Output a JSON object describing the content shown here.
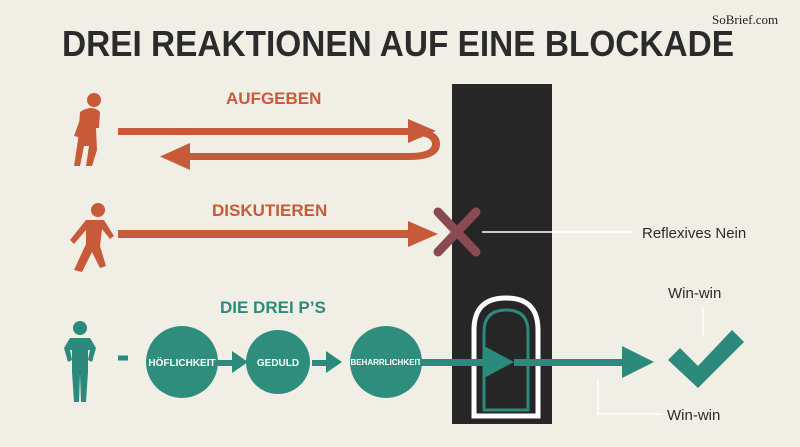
{
  "brand": "SoBrief.com",
  "title": "DREI REAKTIONEN AUF EINE BLOCKADE",
  "reactions": {
    "give_up": "AUFGEBEN",
    "discuss": "DISKUTIEREN",
    "three_ps": "DIE DREI P’S"
  },
  "steps": [
    "HÖFLICHKEIT",
    "GEDULD",
    "BEHARRLICHKEIT"
  ],
  "notes": {
    "reflexive_no": "Reflexives Nein",
    "win_top": "Win-win",
    "win_bottom": "Win-win"
  },
  "colors": {
    "background": "#f1efe5",
    "orange": "#c75a38",
    "teal": "#2b8a7b",
    "teal_circle": "#2f8d7d",
    "block": "#262626",
    "cross": "#8a4a52"
  },
  "icons": [
    "slouched-person-icon",
    "arguing-person-icon",
    "confident-person-icon",
    "cross-mark-icon",
    "door-icon",
    "check-mark-icon"
  ]
}
